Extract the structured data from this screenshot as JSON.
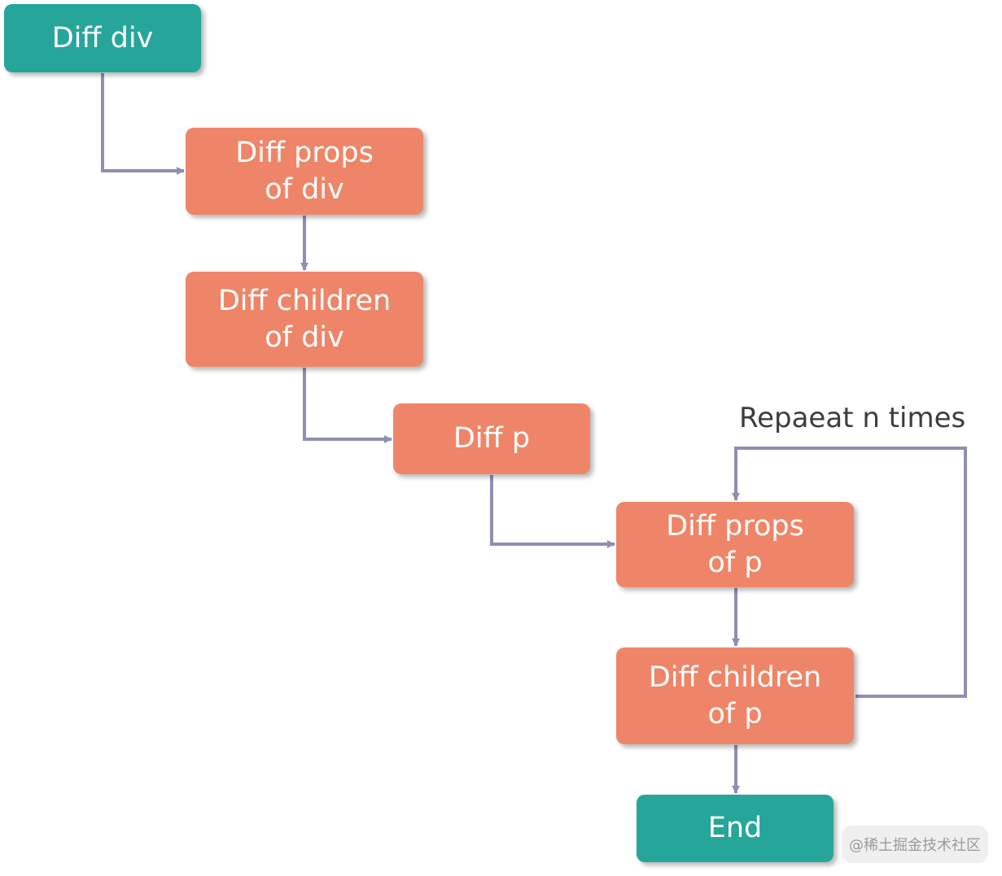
{
  "nodes": {
    "diff_div": "Diff div",
    "diff_props_div": "Diff props\nof div",
    "diff_children_div": "Diff children\nof div",
    "diff_p": "Diff p",
    "diff_props_p": "Diff props\nof p",
    "diff_children_p": "Diff children\nof p",
    "end": "End"
  },
  "loop_label": "Repaeat n times",
  "watermark": "@稀土掘金技术社区",
  "colors": {
    "teal": "#26a69a",
    "salmon": "#ef8568",
    "connector": "#8f8fb3",
    "label": "#3d3d3d"
  }
}
